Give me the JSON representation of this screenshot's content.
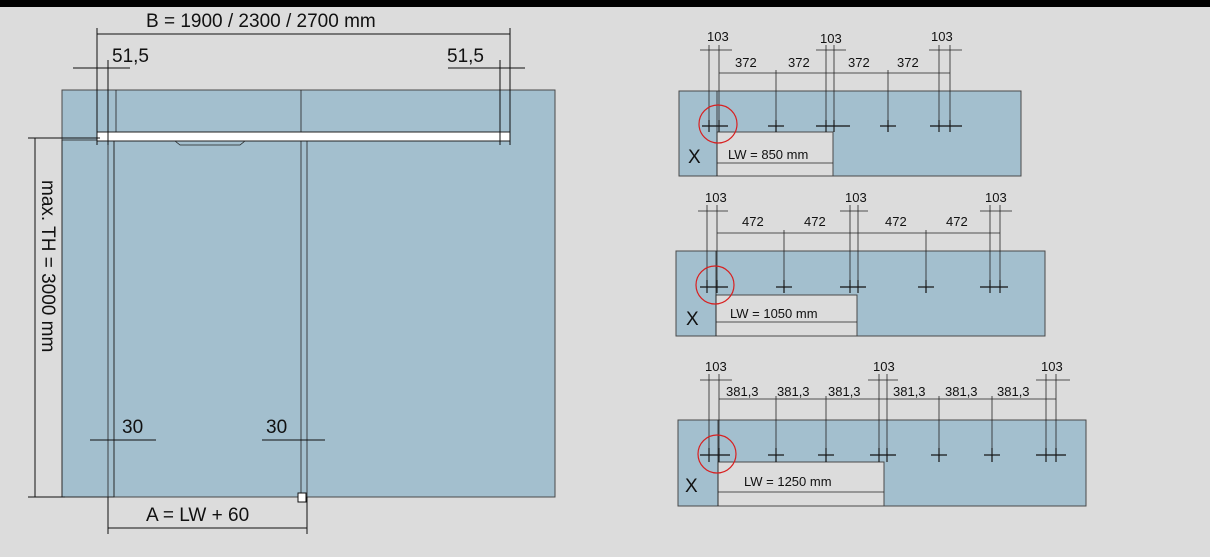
{
  "main_diagram": {
    "width_label": "B = 1900 / 2300 / 2700 mm",
    "left_offset": "51,5",
    "right_offset": "51,5",
    "height_label": "max. TH = 3000 mm",
    "left_gap": "30",
    "right_gap": "30",
    "bottom_label": "A = LW + 60"
  },
  "details": [
    {
      "offsets": [
        "103",
        "103",
        "103"
      ],
      "spacings": [
        "372",
        "372",
        "372",
        "372"
      ],
      "x_label": "X",
      "lw_label": "LW = 850 mm"
    },
    {
      "offsets": [
        "103",
        "103",
        "103"
      ],
      "spacings": [
        "472",
        "472",
        "472",
        "472"
      ],
      "x_label": "X",
      "lw_label": "LW = 1050 mm"
    },
    {
      "offsets": [
        "103",
        "103",
        "103"
      ],
      "spacings": [
        "381,3",
        "381,3",
        "381,3",
        "381,3",
        "381,3",
        "381,3"
      ],
      "x_label": "X",
      "lw_label": "LW = 1250 mm"
    }
  ]
}
